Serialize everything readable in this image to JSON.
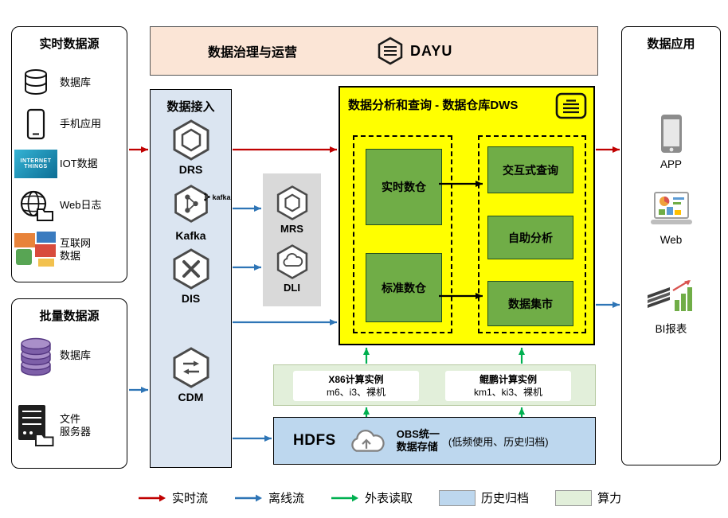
{
  "governance": {
    "title": "数据治理与运营",
    "logo_text": "DAYU"
  },
  "realtime_sources": {
    "title": "实时数据源",
    "items": [
      {
        "label": "数据库"
      },
      {
        "label": "手机应用"
      },
      {
        "label": "IOT数据"
      },
      {
        "label": "Web日志"
      },
      {
        "label_line1": "互联网",
        "label_line2": "数据"
      }
    ],
    "iot_words": {
      "line1": "INTERNET",
      "line2": "THINGS"
    }
  },
  "batch_sources": {
    "title": "批量数据源",
    "items": [
      {
        "label": "数据库"
      },
      {
        "label_line1": "文件",
        "label_line2": "服务器"
      }
    ]
  },
  "ingestion": {
    "title": "数据接入",
    "items": [
      {
        "label": "DRS"
      },
      {
        "label": "Kafka",
        "mark": "kafka"
      },
      {
        "label": "DIS"
      },
      {
        "label": "CDM"
      }
    ]
  },
  "processing": {
    "items": [
      {
        "label": "MRS"
      },
      {
        "label": "DLI"
      }
    ]
  },
  "dws": {
    "title": "数据分析和查询 - 数据仓库DWS",
    "left_group": [
      "实时数仓",
      "标准数仓"
    ],
    "right_group": [
      "交互式查询",
      "自助分析",
      "数据集市"
    ]
  },
  "compute": {
    "x86": {
      "title": "X86计算实例",
      "spec": "m6、i3、裸机"
    },
    "kunpeng": {
      "title": "鲲鹏计算实例",
      "spec": "km1、ki3、裸机"
    }
  },
  "storage": {
    "hdfs": "HDFS",
    "obs_line1": "OBS统一",
    "obs_line2": "数据存储",
    "note": "(低频使用、历史归档)"
  },
  "applications": {
    "title": "数据应用",
    "items": [
      {
        "label": "APP"
      },
      {
        "label": "Web"
      },
      {
        "label": "BI报表"
      }
    ]
  },
  "legend": {
    "realtime": "实时流",
    "offline": "离线流",
    "external": "外表读取",
    "archive": "历史归档",
    "compute_power": "算力"
  },
  "colors": {
    "realtime_flow": "#c00000",
    "offline_flow": "#2e75b6",
    "external_read": "#00b050",
    "archive_fill": "#bdd7ee",
    "compute_fill": "#e2efda",
    "dws_fill": "#ffff00",
    "node_fill": "#70ad47",
    "banner_fill": "#fbe5d6",
    "ingestion_fill": "#dbe5f1"
  }
}
